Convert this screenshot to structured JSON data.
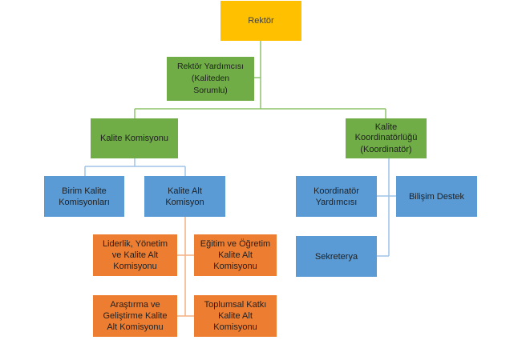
{
  "colors": {
    "yellow": "#ffc000",
    "green": "#70ad47",
    "blue": "#5b9bd5",
    "orange": "#ed7d31",
    "green_line": "#8dc36a",
    "blue_line": "#9dc3e6",
    "orange_line": "#f4b183"
  },
  "nodes": {
    "rektor": "Rektör",
    "rektor_yardimcisi": {
      "line1": "Rektör Yardımcısı",
      "line2": "(Kaliteden",
      "line3": "Sorumlu)"
    },
    "kalite_komisyonu": "Kalite Komisyonu",
    "kalite_koordinatorlugu": {
      "line1": "Kalite",
      "line2": "Koordinatörlüğü",
      "line3": "(Koordinatör)"
    },
    "birim_kalite_komisyonlari": {
      "line1": "Birim Kalite",
      "line2": "Komisyonları"
    },
    "kalite_alt_komisyon": {
      "line1": "Kalite Alt",
      "line2": "Komisyon"
    },
    "koordinator_yardimcisi": {
      "line1": "Koordinatör",
      "line2": "Yardımcısı"
    },
    "bilisim_destek": "Bilişim Destek",
    "sekreterya": "Sekreterya",
    "liderlik": {
      "line1": "Liderlik, Yönetim",
      "line2": "ve Kalite Alt",
      "line3": "Komisyonu"
    },
    "egitim": {
      "line1": "Eğitim ve Öğretim",
      "line2": "Kalite Alt",
      "line3": "Komisyonu"
    },
    "arastirma": {
      "line1": "Araştırma ve",
      "line2": "Geliştirme Kalite",
      "line3": "Alt Komisyonu"
    },
    "toplumsal": {
      "line1": "Toplumsal Katkı",
      "line2": "Kalite Alt",
      "line3": "Komisyonu"
    }
  }
}
